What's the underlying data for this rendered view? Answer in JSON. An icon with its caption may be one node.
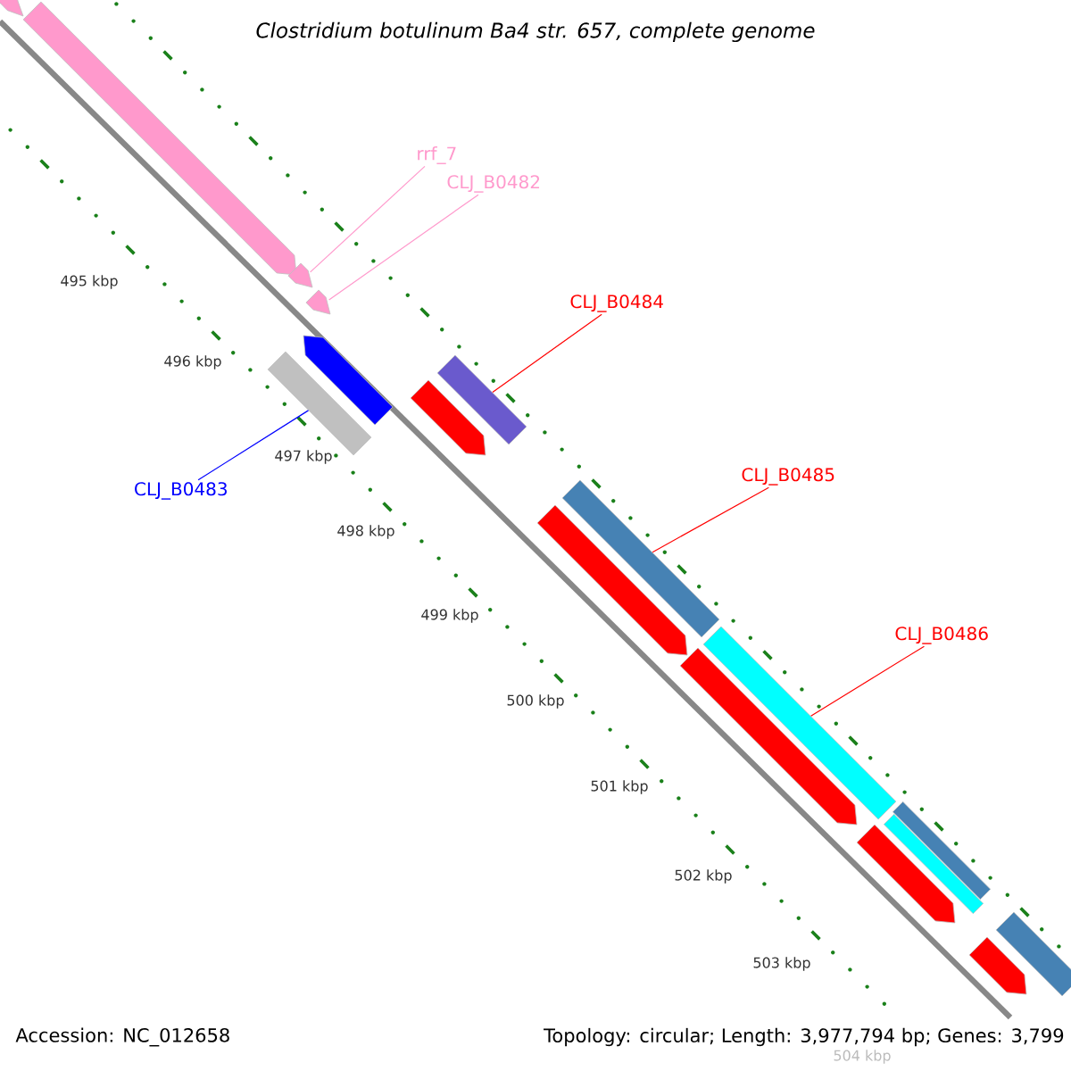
{
  "diagram": {
    "title": "Clostridium botulinum Ba4 str. 657, complete genome",
    "nodes": [
      {
        "text": [
          "rrf_7"
        ]
      },
      {
        "text": [
          "CLJ_B0482"
        ]
      },
      {
        "text": [
          "CLJ_B0484"
        ]
      },
      {
        "text": [
          "CLJ_B0485"
        ]
      },
      {
        "text": [
          "CLJ_B0486"
        ]
      },
      {
        "text": [
          "CLJ_B0483"
        ]
      },
      {
        "text": [],
        "shape": "arrow"
      },
      {
        "text": [],
        "shape": "arrow"
      },
      {
        "text": [],
        "shape": "arrow"
      },
      {
        "text": [],
        "shape": "arrow"
      },
      {
        "text": [],
        "shape": "arrow"
      },
      {
        "text": [],
        "shape": "bar"
      },
      {
        "text": [],
        "shape": "bar"
      },
      {
        "text": [],
        "shape": "arrow"
      },
      {
        "text": [],
        "shape": "bar"
      },
      {
        "text": [],
        "shape": "arrow"
      },
      {
        "text": [],
        "shape": "bar"
      },
      {
        "text": [],
        "shape": "arrow"
      },
      {
        "text": [],
        "shape": "bar"
      },
      {
        "text": [],
        "shape": "bar"
      },
      {
        "text": [],
        "shape": "arrow"
      },
      {
        "text": [],
        "shape": "bar"
      },
      {
        "text": [],
        "shape": "arrow"
      }
    ],
    "edges": [
      {
        "from": 0,
        "to": 8,
        "arrow": "none",
        "color": "#ff99cc"
      },
      {
        "from": 1,
        "to": 9,
        "arrow": "none",
        "color": "#ff99cc"
      },
      {
        "from": 2,
        "to": 12,
        "arrow": "none"
      },
      {
        "from": 3,
        "to": 14,
        "arrow": "none"
      },
      {
        "from": 4,
        "to": 16,
        "arrow": "none"
      },
      {
        "from": 5,
        "to": 11,
        "arrow": "none",
        "color": "#0000ff"
      }
    ],
    "labels": [
      "495 kbp",
      "496 kbp",
      "497 kbp",
      "498 kbp",
      "499 kbp",
      "500 kbp",
      "501 kbp",
      "502 kbp",
      "503 kbp",
      "504 kbp",
      "Accession: NC_012658",
      "Topology: circular; Length: 3,977,794 bp; Genes: 3,799"
    ]
  }
}
